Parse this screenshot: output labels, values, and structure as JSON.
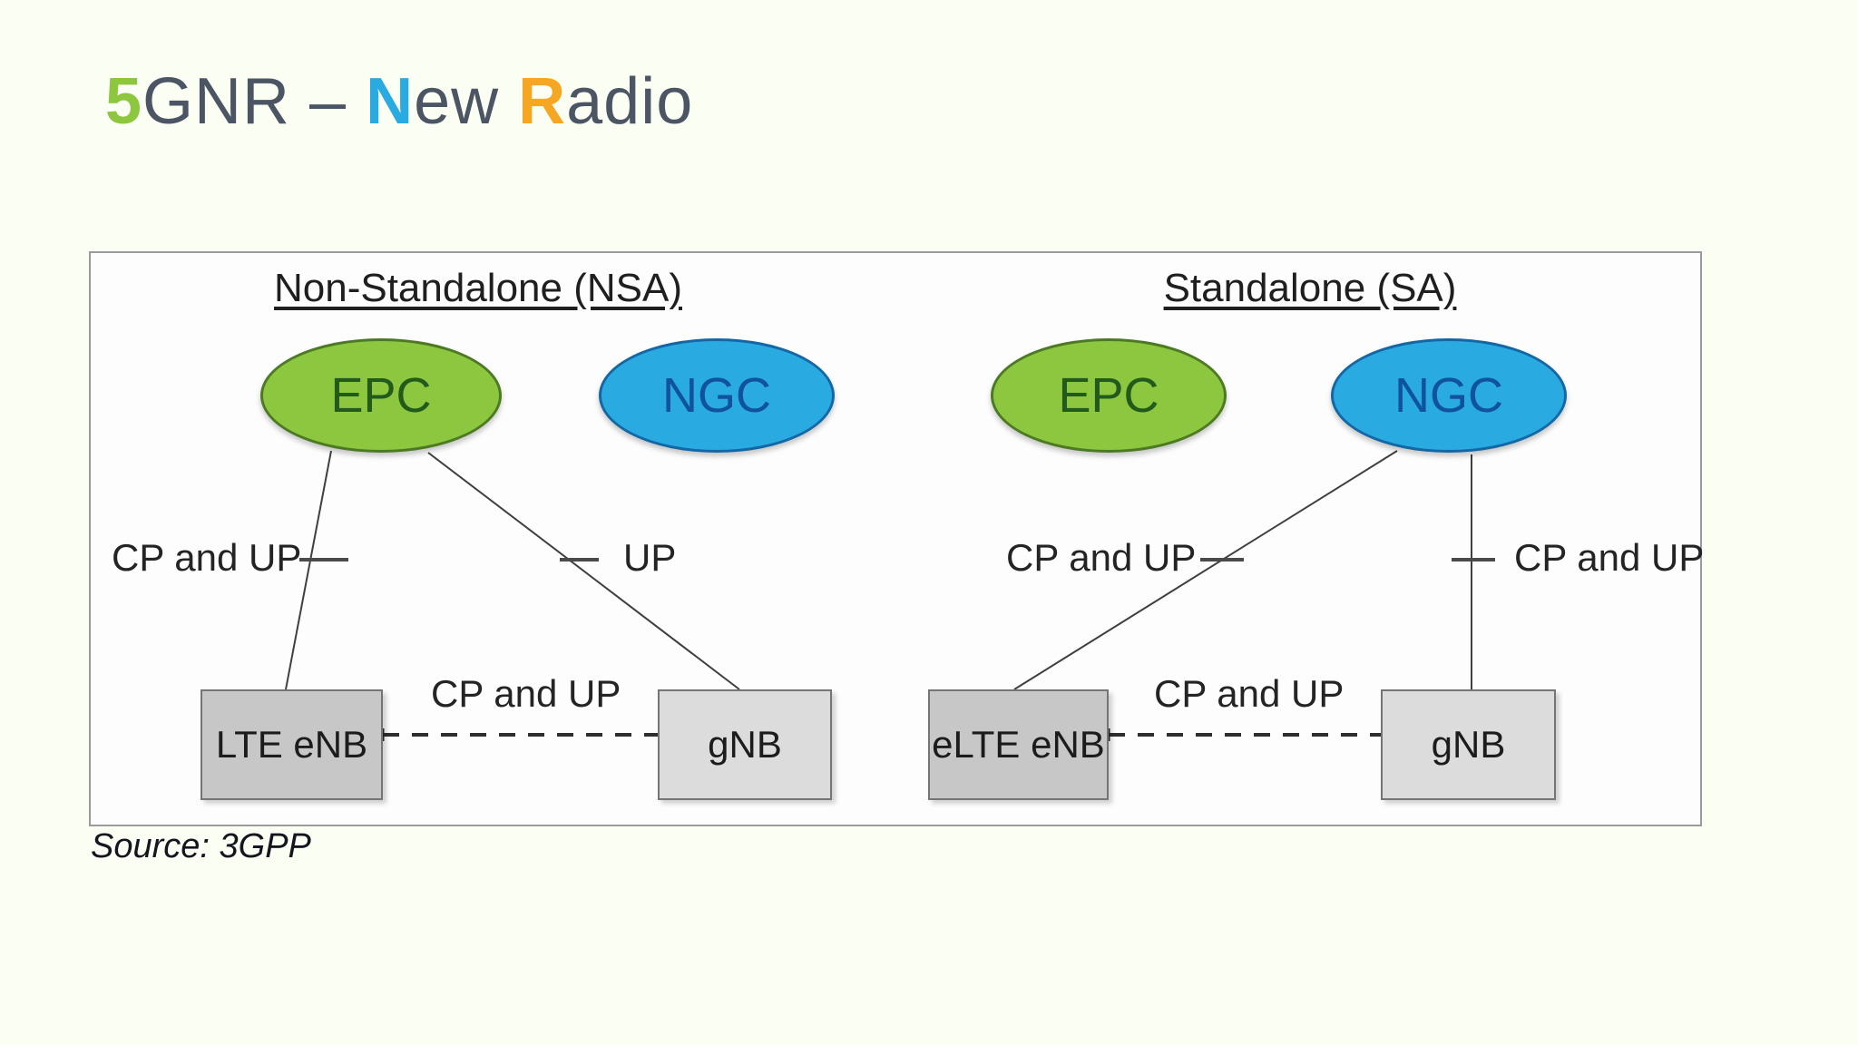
{
  "page": {
    "colors": {
      "page_bg": "#fbfef3"
    }
  },
  "title": {
    "segments": [
      {
        "text": "5",
        "color": "#8dc63f"
      },
      {
        "text": "GNR – ",
        "color": "#4b5563"
      },
      {
        "text": "N",
        "color": "#29abe2"
      },
      {
        "text": "ew ",
        "color": "#4b5563"
      },
      {
        "text": "R",
        "color": "#f5a623"
      },
      {
        "text": "adio",
        "color": "#4b5563"
      }
    ]
  },
  "figure": {
    "colors": {
      "epc_fill": "#8dc63f",
      "epc_stroke": "#4c7a22",
      "epc_text": "#215a1a",
      "ngc_fill": "#29abe2",
      "ngc_stroke": "#1467a5",
      "ngc_text": "#10529c",
      "enb_fill": "#c7c7c7",
      "gnb_fill": "#dcdcdc",
      "node_border": "#757575"
    },
    "nsa": {
      "heading": "Non-Standalone (NSA)",
      "core_nodes": [
        {
          "label": "EPC"
        },
        {
          "label": "NGC"
        }
      ],
      "ran_nodes": [
        {
          "label": "LTE eNB"
        },
        {
          "label": "gNB"
        }
      ],
      "links": {
        "epc_to_enb": "CP and UP",
        "epc_to_gnb": "UP",
        "x2": "CP and UP"
      }
    },
    "sa": {
      "heading": "Standalone (SA)",
      "core_nodes": [
        {
          "label": "EPC"
        },
        {
          "label": "NGC"
        }
      ],
      "ran_nodes": [
        {
          "label": "eLTE eNB"
        },
        {
          "label": "gNB"
        }
      ],
      "links": {
        "ngc_to_enb": "CP and UP",
        "ngc_to_gnb": "CP and UP",
        "x2": "CP and UP"
      }
    },
    "source_caption": "Source: 3GPP"
  }
}
